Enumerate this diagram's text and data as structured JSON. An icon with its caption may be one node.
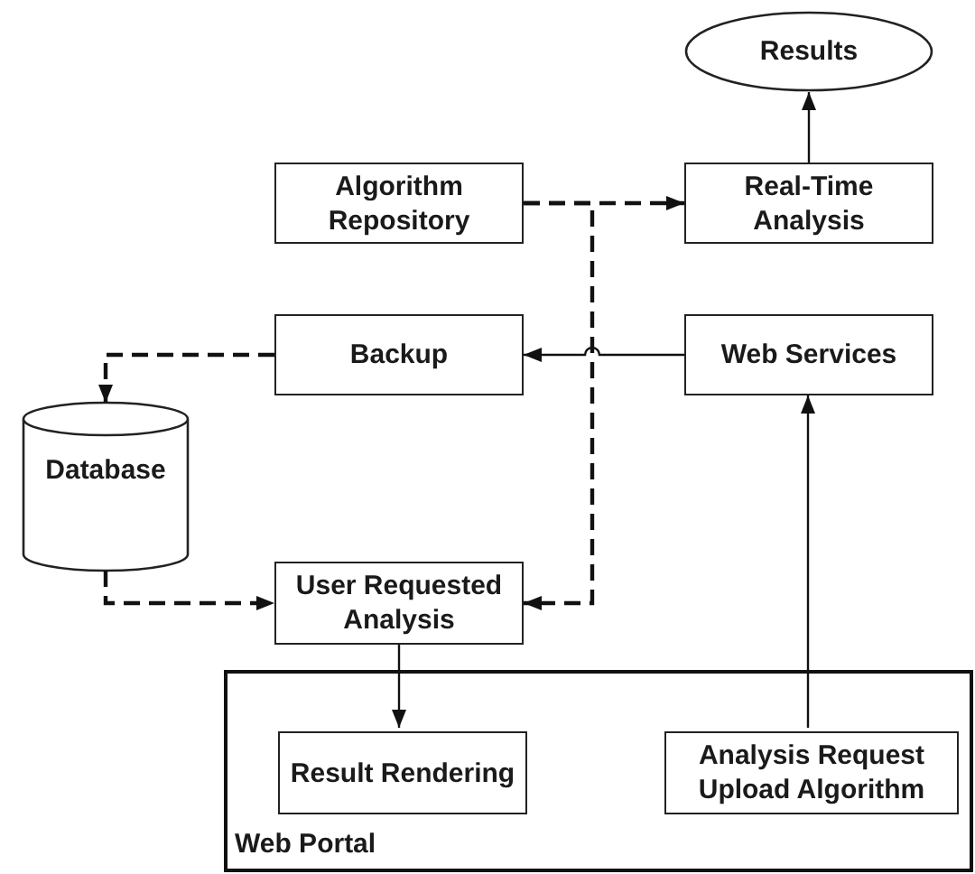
{
  "diagram": {
    "nodes": [
      {
        "text": [
          "Results"
        ]
      },
      {
        "text": [
          "Algorithm Repository"
        ]
      },
      {
        "text": [
          "Real-Time Analysis"
        ]
      },
      {
        "text": [
          "Backup"
        ]
      },
      {
        "text": [
          "Web Services"
        ]
      },
      {
        "text": [
          "Database"
        ]
      },
      {
        "text": [
          "User Requested Analysis"
        ]
      },
      {
        "text": [
          "Web Portal"
        ]
      },
      {
        "text": [
          "Result Rendering"
        ],
        "in": 7
      },
      {
        "text": [
          "Analysis Request Upload Algorithm"
        ],
        "in": 7
      }
    ],
    "edges": [
      {
        "from": 2,
        "to": 0,
        "arrow": "to"
      },
      {
        "from": 1,
        "to": 2,
        "arrow": "to",
        "style": "dashed"
      },
      {
        "from": 1,
        "to": 6,
        "arrow": "to",
        "style": "dashed"
      },
      {
        "from": 4,
        "to": 3,
        "arrow": "to"
      },
      {
        "from": 3,
        "to": 5,
        "arrow": "to",
        "style": "dashed"
      },
      {
        "from": 5,
        "to": 6,
        "arrow": "to",
        "style": "dashed"
      },
      {
        "from": 6,
        "to": 8,
        "arrow": "to"
      },
      {
        "from": 9,
        "to": 4,
        "arrow": "to"
      }
    ]
  }
}
